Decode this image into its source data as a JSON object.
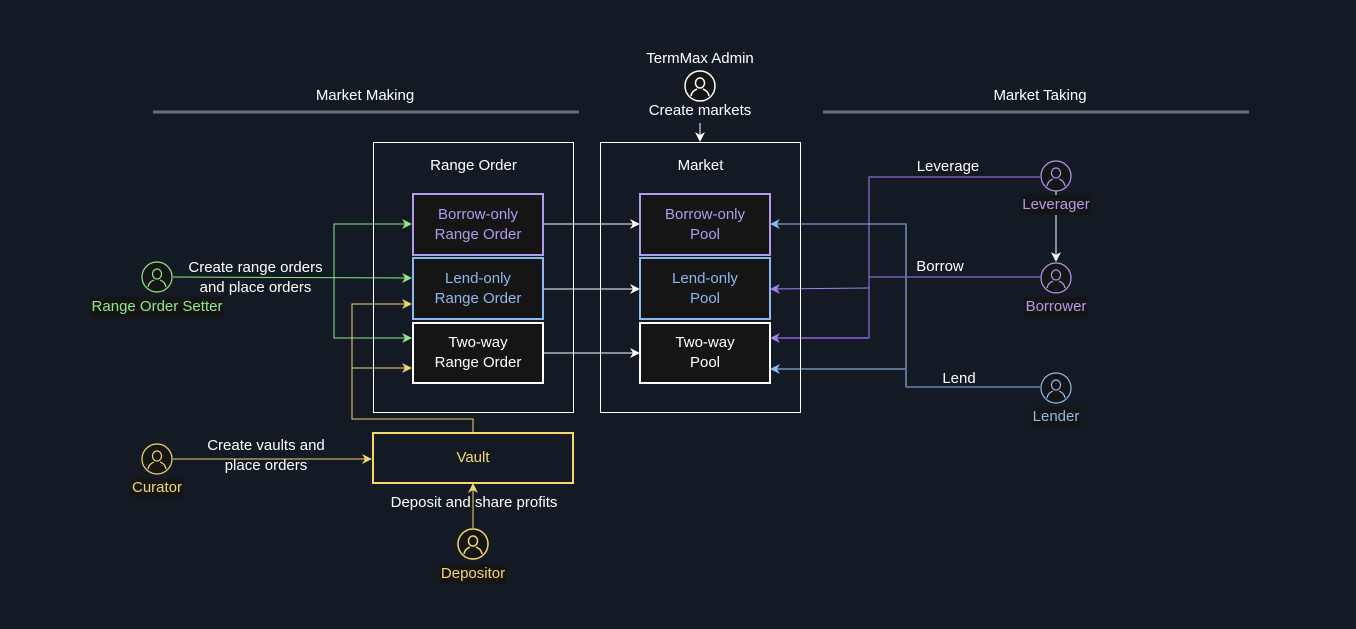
{
  "colors": {
    "background": "#131a24",
    "white": "#ffffff",
    "green": "#8fe88a",
    "purple": "#b39af0",
    "purple_dark": "#8a63d2",
    "blue": "#8fb8f0",
    "blue_dark": "#5a7594",
    "yellow": "#f5d76e",
    "divider": "#6b6f75"
  },
  "sections": {
    "market_making": "Market Making",
    "market_taking": "Market Taking"
  },
  "admin": {
    "name": "TermMax Admin",
    "action": "Create markets"
  },
  "range_order_container": {
    "title": "Range Order",
    "boxes": [
      {
        "line1": "Borrow-only",
        "line2": "Range Order"
      },
      {
        "line1": "Lend-only",
        "line2": "Range Order"
      },
      {
        "line1": "Two-way",
        "line2": "Range Order"
      }
    ]
  },
  "market_container": {
    "title": "Market",
    "boxes": [
      {
        "line1": "Borrow-only",
        "line2": "Pool"
      },
      {
        "line1": "Lend-only",
        "line2": "Pool"
      },
      {
        "line1": "Two-way",
        "line2": "Pool"
      }
    ]
  },
  "vault": {
    "label": "Vault"
  },
  "actors": {
    "range_order_setter": {
      "name": "Range Order Setter",
      "action_line1": "Create range orders",
      "action_line2": "and place orders",
      "icon": "user-icon"
    },
    "curator": {
      "name": "Curator",
      "action_line1": "Create vaults and",
      "action_line2": "place orders",
      "icon": "user-icon"
    },
    "depositor": {
      "name": "Depositor",
      "action": "Deposit and share profits",
      "icon": "user-icon"
    },
    "leverager": {
      "name": "Leverager",
      "action": "Leverage",
      "icon": "user-icon"
    },
    "borrower": {
      "name": "Borrower",
      "action": "Borrow",
      "icon": "user-icon"
    },
    "lender": {
      "name": "Lender",
      "action": "Lend",
      "icon": "user-icon"
    }
  }
}
